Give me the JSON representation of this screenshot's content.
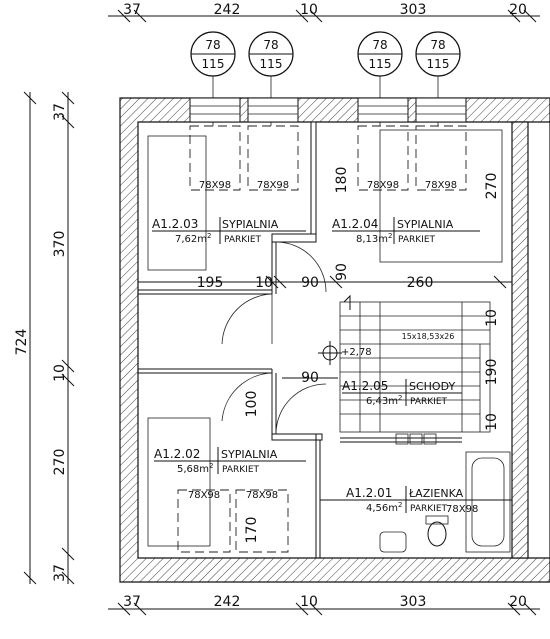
{
  "dimensions": {
    "top": [
      "37",
      "242",
      "10",
      "303",
      "20"
    ],
    "bottom": [
      "37",
      "242",
      "10",
      "303",
      "20"
    ],
    "left": [
      "37",
      "370",
      "10",
      "270",
      "37"
    ],
    "overall_height": "724",
    "interior": [
      "195",
      "10",
      "90",
      "260"
    ],
    "vertical_inner": [
      "180",
      "90",
      "270",
      "10",
      "190",
      "10",
      "100",
      "170",
      "90"
    ]
  },
  "window_tags": [
    {
      "width": "78",
      "height": "115"
    },
    {
      "width": "78",
      "height": "115"
    },
    {
      "width": "78",
      "height": "115"
    },
    {
      "width": "78",
      "height": "115"
    }
  ],
  "furniture_labels": [
    "78X98",
    "78X98",
    "78X98",
    "78X98",
    "78X98",
    "78X98",
    "78X98"
  ],
  "rooms": [
    {
      "number": "A1.2.03",
      "name": "SYPIALNIA",
      "area": "7,62m",
      "area_sup": "2",
      "floor": "PARKIET"
    },
    {
      "number": "A1.2.04",
      "name": "SYPIALNIA",
      "area": "8,13m",
      "area_sup": "2",
      "floor": "PARKIET"
    },
    {
      "number": "A1.2.05",
      "name": "SCHODY",
      "area": "6,43m",
      "area_sup": "2",
      "floor": "PARKIET"
    },
    {
      "number": "A1.2.02",
      "name": "SYPIALNIA",
      "area": "5,68m",
      "area_sup": "2",
      "floor": "PARKIET"
    },
    {
      "number": "A1.2.01",
      "name": "ŁAZIENKA",
      "area": "4,56m",
      "area_sup": "2",
      "floor": "PARKIET"
    }
  ],
  "stairs_spec": "15x18,53x26",
  "level_mark": "+2,78",
  "icons": {
    "level": "level-marker-icon",
    "door": "door-swing-icon",
    "window": "window-tag-icon",
    "bathtub": "bathtub-icon",
    "toilet": "toilet-icon",
    "sink": "washbasin-icon"
  }
}
